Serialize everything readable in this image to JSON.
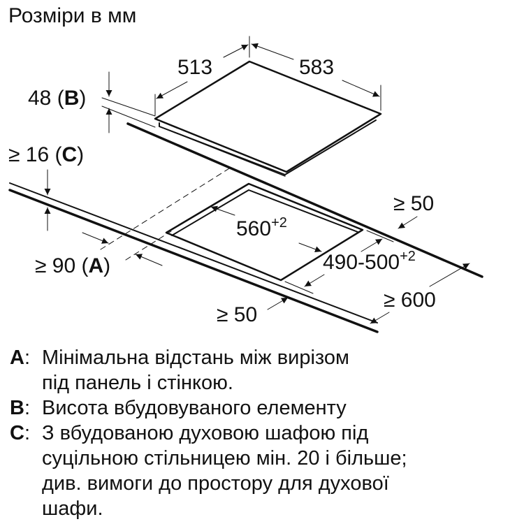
{
  "title": "Розміри в мм",
  "dimensions": {
    "hob_depth": "513",
    "hob_width": "583",
    "height_b_value": "48",
    "height_b_key": "B",
    "min_c_value": "≥ 16",
    "min_c_key": "C",
    "min_a_value": "≥ 90",
    "min_a_key": "A",
    "cutout_width": "560",
    "cutout_width_tol": "+2",
    "cutout_depth": "490-500",
    "cutout_depth_tol": "+2",
    "rear_gap": "≥ 50",
    "front_gap": "≥ 50",
    "worktop_depth": "≥ 600"
  },
  "legend": [
    {
      "key": "A",
      "lines": [
        "Мінімальна відстань між вирізом",
        "під панель і стінкою."
      ]
    },
    {
      "key": "B",
      "lines": [
        "Висота вбудовуваного елементу"
      ]
    },
    {
      "key": "C",
      "lines": [
        "З вбудованою духовою шафою під",
        "суцільною стільницею мін. 20 і більше;",
        "див. вимоги до простору для духової",
        "шафи."
      ]
    }
  ],
  "colors": {
    "line": "#111111",
    "background": "#ffffff"
  }
}
